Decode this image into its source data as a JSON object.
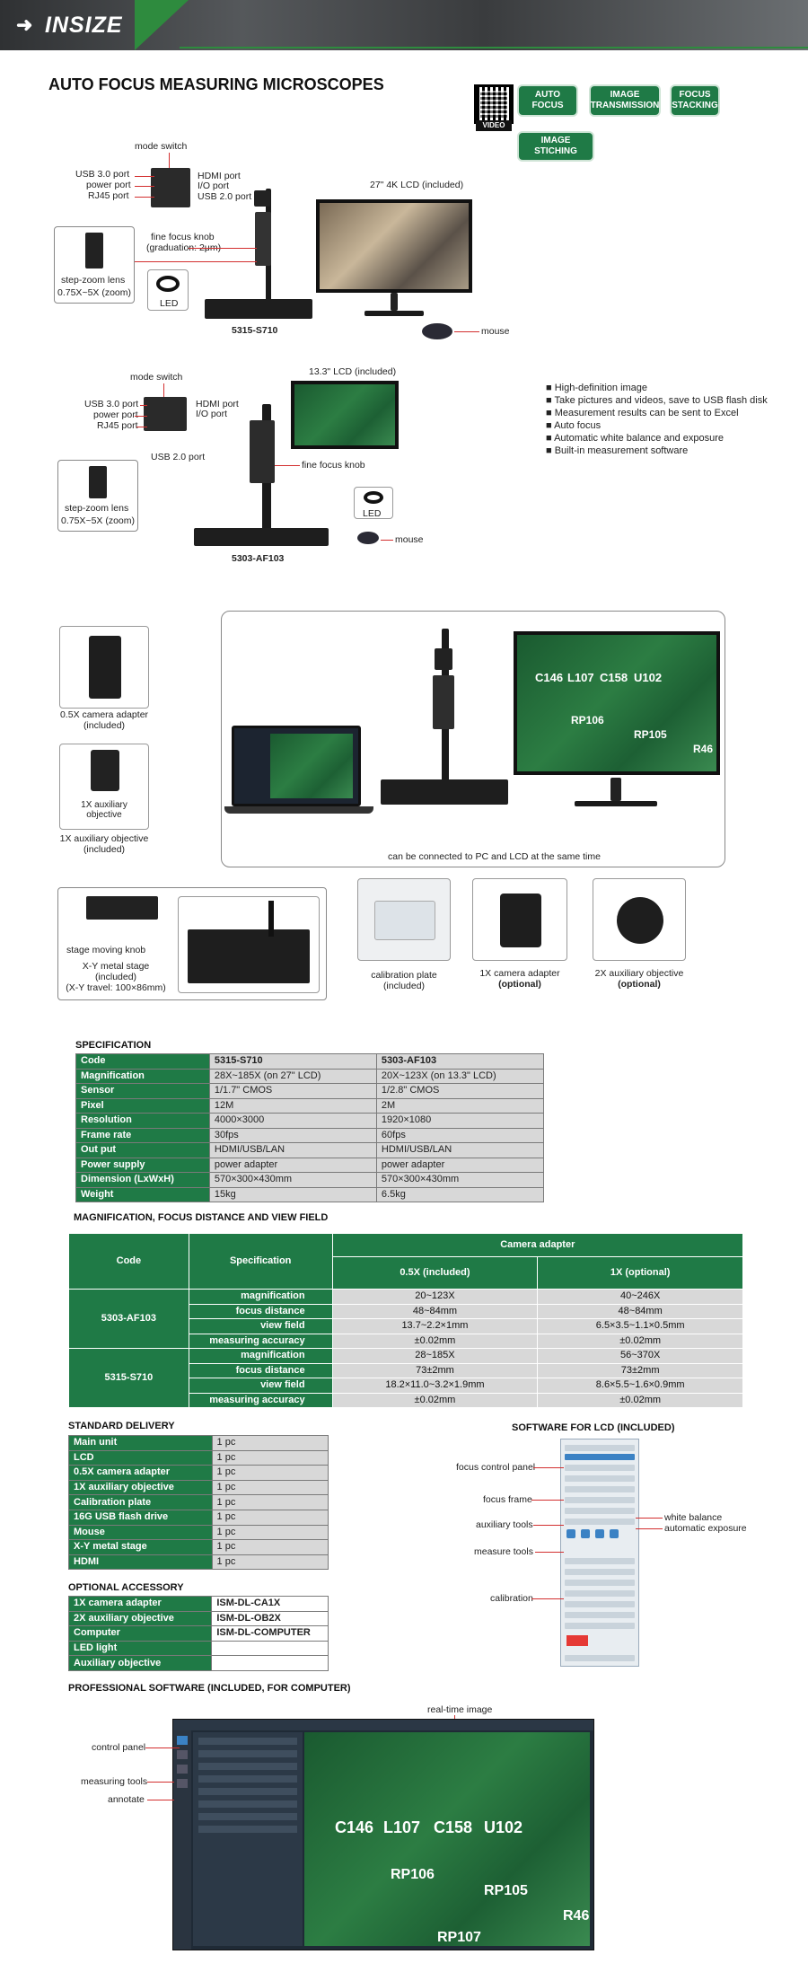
{
  "brand": {
    "logo": "INSIZE",
    "accent": "#1f7a46"
  },
  "page_title": "AUTO FOCUS MEASURING MICROSCOPES",
  "qr_label": "VIDEO",
  "features": [
    "AUTO FOCUS",
    "IMAGE TRANSMISSION",
    "FOCUS STACKING",
    "IMAGE STICHING"
  ],
  "model1": {
    "name": "5315-S710",
    "labels": {
      "mode_switch": "mode switch",
      "usb3": "USB 3.0 port",
      "power": "power port",
      "rj45": "RJ45 port",
      "hdmi": "HDMI port",
      "io": "I/O port",
      "usb2": "USB 2.0 port",
      "lcd": "27\" 4K LCD (included)",
      "fine_focus": "fine focus knob",
      "graduation": "(graduation: 2μm)",
      "step_zoom": "step-zoom lens",
      "zoom": "0.75X~5X (zoom)",
      "led": "LED",
      "mouse": "mouse"
    }
  },
  "model2": {
    "name": "5303-AF103",
    "labels": {
      "mode_switch": "mode switch",
      "usb3": "USB 3.0 port",
      "power": "power port",
      "rj45": "RJ45 port",
      "hdmi": "HDMI port",
      "io": "I/O port",
      "usb2": "USB 2.0 port",
      "lcd": "13.3\" LCD (included)",
      "fine_focus": "fine focus knob",
      "step_zoom": "step-zoom lens",
      "zoom": "0.75X~5X (zoom)",
      "led": "LED",
      "mouse": "mouse"
    }
  },
  "bullets": [
    "High-definition image",
    "Take pictures and videos, save to USB flash disk",
    "Measurement results can be sent to Excel",
    "Auto focus",
    "Automatic white balance and exposure",
    "Built-in measurement software"
  ],
  "accessories": {
    "cam_adapter_05": [
      "0.5X camera adapter",
      "(included)"
    ],
    "aux_obj_1x_inner": [
      "1X auxiliary",
      "objective"
    ],
    "aux_obj_1x": [
      "1X auxiliary objective",
      "(included)"
    ],
    "connect_caption": "can be connected to PC and LCD at the same time",
    "stage_knob": "stage moving knob",
    "xy_stage": [
      "X-Y metal stage",
      "(included)",
      "(X-Y travel: 100×86mm)"
    ],
    "calib_plate": [
      "calibration plate",
      "(included)"
    ],
    "cam_adapter_1x": [
      "1X camera adapter",
      "(optional)"
    ],
    "aux_obj_2x": [
      "2X auxiliary objective",
      "(optional)"
    ]
  },
  "pcb_labels": [
    "C146",
    "L107",
    "C158",
    "U102",
    "RP106",
    "RP105",
    "R46",
    "RP107"
  ],
  "specification": {
    "title": "SPECIFICATION",
    "rows": [
      [
        "Code",
        "5315-S710",
        "5303-AF103"
      ],
      [
        "Magnification",
        "28X~185X (on 27\" LCD)",
        "20X~123X (on 13.3\" LCD)"
      ],
      [
        "Sensor",
        "1/1.7\" CMOS",
        "1/2.8\" CMOS"
      ],
      [
        "Pixel",
        "12M",
        "2M"
      ],
      [
        "Resolution",
        "4000×3000",
        "1920×1080"
      ],
      [
        "Frame rate",
        "30fps",
        "60fps"
      ],
      [
        "Out put",
        "HDMI/USB/LAN",
        "HDMI/USB/LAN"
      ],
      [
        "Power supply",
        "power adapter",
        "power adapter"
      ],
      [
        "Dimension (LxWxH)",
        "570×300×430mm",
        "570×300×430mm"
      ],
      [
        "Weight",
        "15kg",
        "6.5kg"
      ]
    ]
  },
  "magnification": {
    "title": "MAGNIFICATION, FOCUS DISTANCE AND VIEW FIELD",
    "head": {
      "code": "Code",
      "spec": "Specification",
      "camera": "Camera adapter",
      "c1": "0.5X (included)",
      "c2": "1X (optional)"
    },
    "groups": [
      {
        "code": "5303-AF103",
        "rows": [
          [
            "magnification",
            "20~123X",
            "40~246X"
          ],
          [
            "focus distance",
            "48~84mm",
            "48~84mm"
          ],
          [
            "view field",
            "13.7~2.2×1mm",
            "6.5×3.5~1.1×0.5mm"
          ],
          [
            "measuring accuracy",
            "±0.02mm",
            "±0.02mm"
          ]
        ]
      },
      {
        "code": "5315-S710",
        "rows": [
          [
            "magnification",
            "28~185X",
            "56~370X"
          ],
          [
            "focus distance",
            "73±2mm",
            "73±2mm"
          ],
          [
            "view field",
            "18.2×11.0~3.2×1.9mm",
            "8.6×5.5~1.6×0.9mm"
          ],
          [
            "measuring accuracy",
            "±0.02mm",
            "±0.02mm"
          ]
        ]
      }
    ]
  },
  "standard_delivery": {
    "title": "STANDARD DELIVERY",
    "rows": [
      [
        "Main unit",
        "1 pc"
      ],
      [
        "LCD",
        "1 pc"
      ],
      [
        "0.5X camera adapter",
        "1 pc"
      ],
      [
        "1X auxiliary objective",
        "1 pc"
      ],
      [
        "Calibration plate",
        "1 pc"
      ],
      [
        "16G USB flash drive",
        "1 pc"
      ],
      [
        "Mouse",
        "1 pc"
      ],
      [
        "X-Y metal stage",
        "1 pc"
      ],
      [
        "HDMI",
        "1 pc"
      ]
    ]
  },
  "optional_accessory": {
    "title": "OPTIONAL  ACCESSORY",
    "rows": [
      [
        "1X camera adapter",
        "ISM-DL-CA1X"
      ],
      [
        "2X auxiliary objective",
        "ISM-DL-OB2X"
      ],
      [
        "Computer",
        "ISM-DL-COMPUTER"
      ],
      [
        "LED light",
        ""
      ],
      [
        "Auxiliary objective",
        ""
      ]
    ]
  },
  "software_lcd": {
    "title": "SOFTWARE FOR LCD (INCLUDED)",
    "labels": {
      "focus_panel": "focus control panel",
      "focus_frame": "focus frame",
      "aux_tools": "auxiliary tools",
      "measure_tools": "measure tools",
      "calibration": "calibration",
      "white_balance": "white balance",
      "auto_exposure": "automatic exposure"
    }
  },
  "software_pc": {
    "title": "PROFESSIONAL SOFTWARE (INCLUDED, FOR COMPUTER)",
    "labels": {
      "realtime": "real-time image",
      "control_panel": "control panel",
      "measuring_tools": "measuring tools",
      "annotate": "annotate"
    }
  }
}
